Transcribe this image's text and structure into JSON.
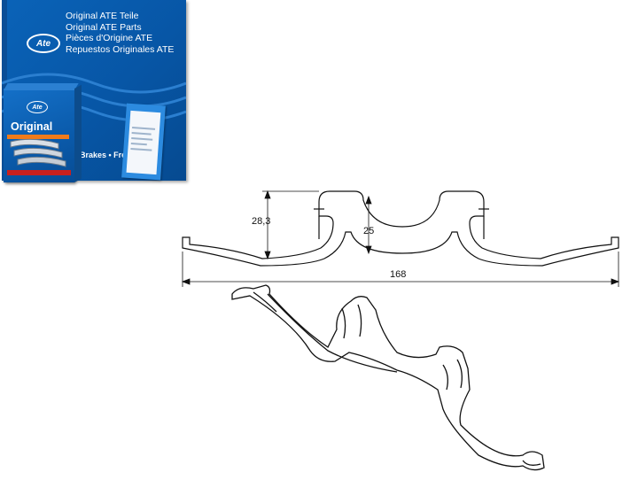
{
  "package": {
    "brand_logo": "Ate",
    "lines": [
      "Original ATE Teile",
      "Original ATE Parts",
      "Pièces d'Origine ATE",
      "Repuestos Originales ATE"
    ],
    "tagline": "Brakes • Fre",
    "front_logo": "Ate",
    "front_title": "Original"
  },
  "dimensions": {
    "height_total": "28,3",
    "height_inner": "25",
    "width": "168"
  },
  "colors": {
    "package_blue": "#0756a6",
    "accent_orange": "#f07b1a",
    "accent_red": "#c8201e"
  }
}
